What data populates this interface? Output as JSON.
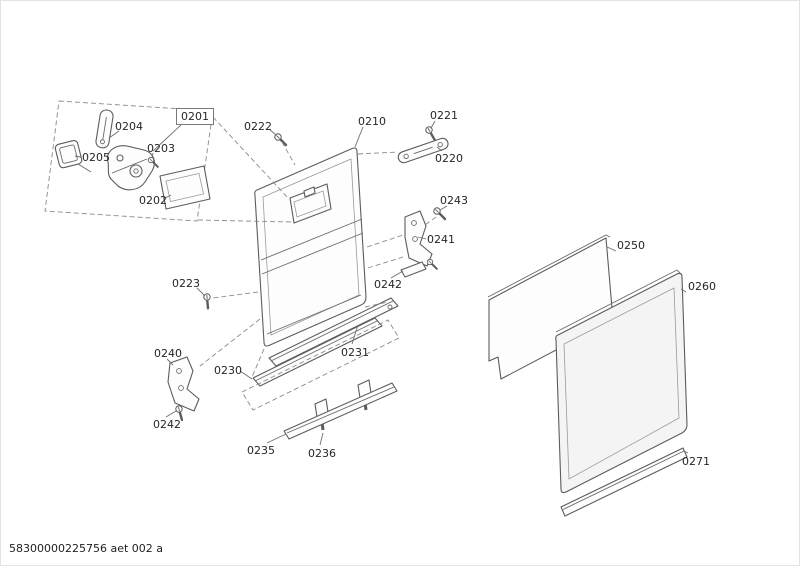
{
  "diagram": {
    "footer_text": "58300000225756 aet 002 a",
    "part_labels": {
      "0201": "0201",
      "0202": "0202",
      "0203": "0203",
      "0204": "0204",
      "0205": "0205",
      "0210": "0210",
      "0220": "0220",
      "0221": "0221",
      "0222": "0222",
      "0223": "0223",
      "0230": "0230",
      "0231": "0231",
      "0235": "0235",
      "0236": "0236",
      "0240": "0240",
      "0241": "0241",
      "0242": "0242",
      "0243": "0243",
      "0250": "0250",
      "0260": "0260",
      "0271": "0271"
    }
  }
}
